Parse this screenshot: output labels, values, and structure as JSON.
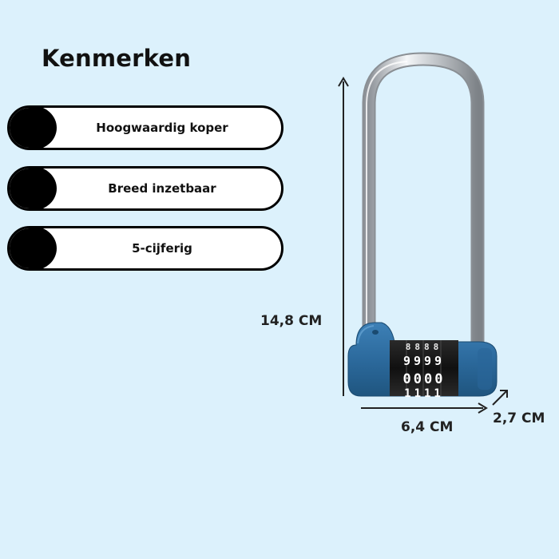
{
  "heading": "Kenmerken",
  "features": [
    {
      "label": "Hoogwaardig koper"
    },
    {
      "label": "Breed inzetbaar"
    },
    {
      "label": "5-cijferig"
    }
  ],
  "dimensions": {
    "height": "14,8 CM",
    "width": "6,4 CM",
    "depth": "2,7 CM"
  },
  "dial_rows": {
    "top": "8888",
    "mid": "9999",
    "bottom": "0000",
    "cut": "1111"
  },
  "colors": {
    "background": "#dcf1fc",
    "lock_body": "#2e6fa3",
    "shackle": "#c9cdd1"
  }
}
